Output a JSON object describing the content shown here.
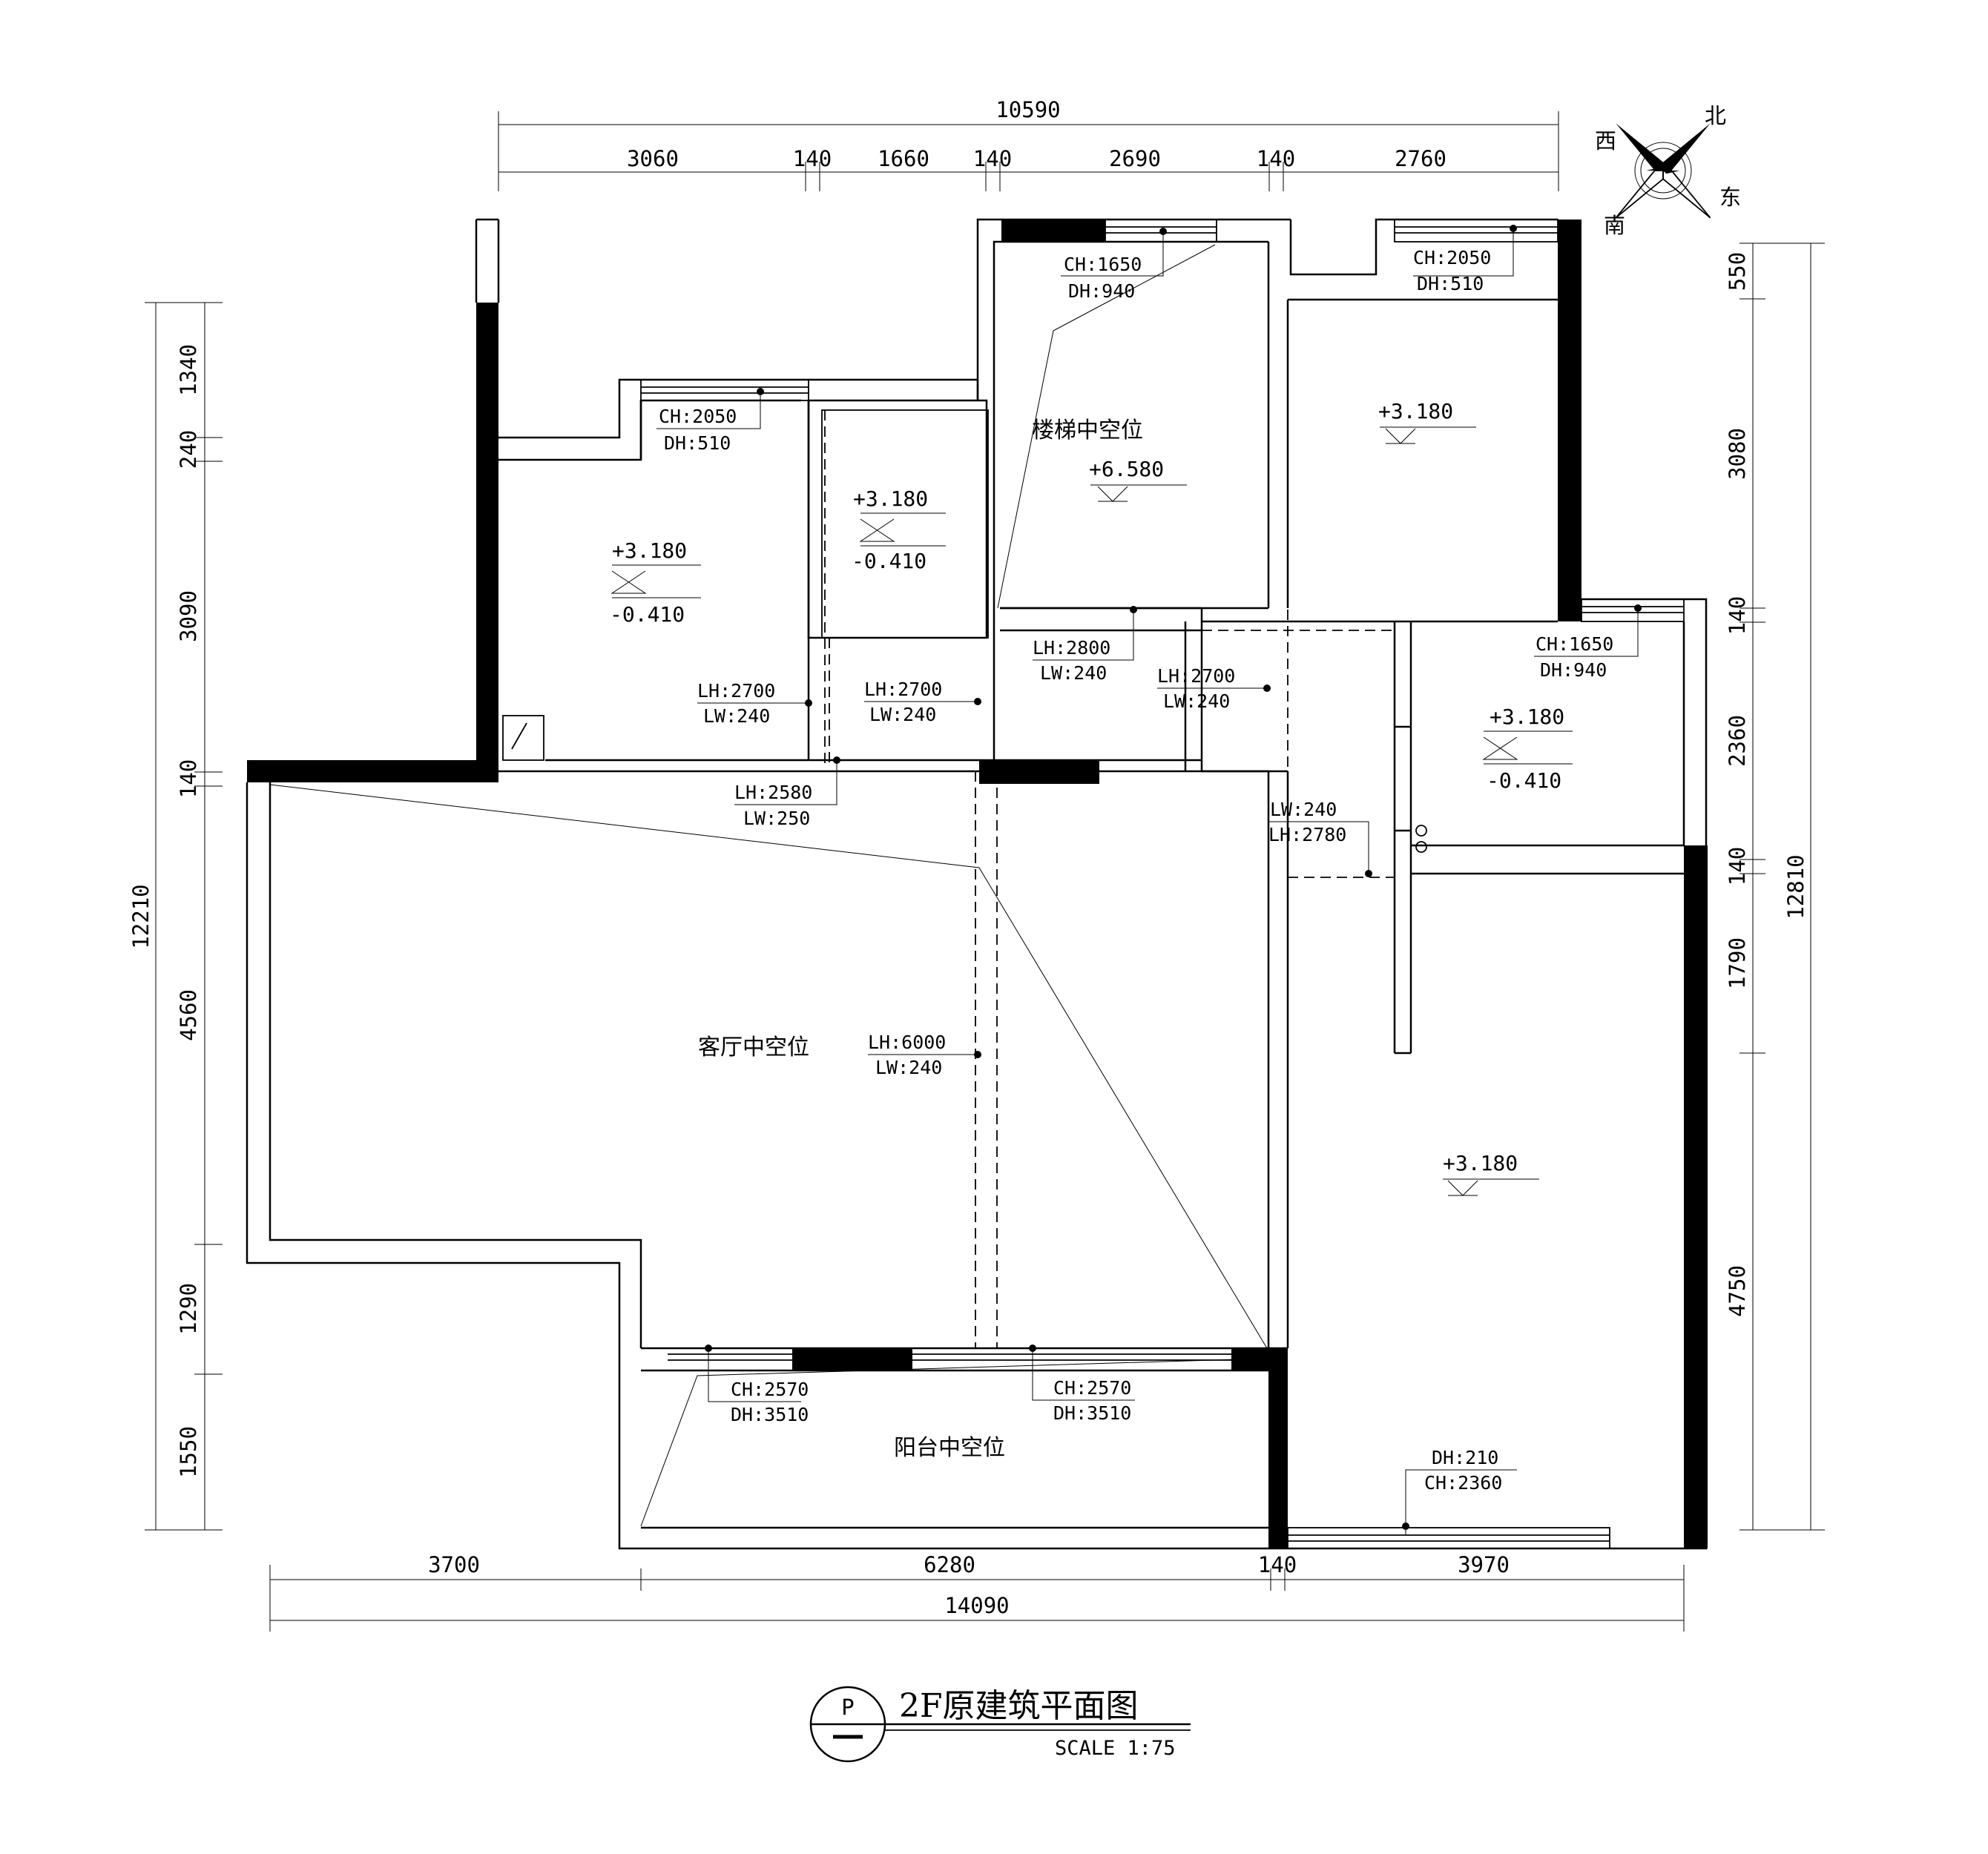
{
  "title": "2F原建筑平面图",
  "scale": "SCALE 1:75",
  "symbol": "P",
  "compass": {
    "north": "北",
    "east": "东",
    "south": "南",
    "west": "西"
  },
  "dims": {
    "top_total": "10590",
    "top_1": "3060",
    "top_2": "140",
    "top_3": "1660",
    "top_4": "140",
    "top_5": "2690",
    "top_6": "140",
    "top_7": "2760",
    "bottom_1": "3700",
    "bottom_2": "6280",
    "bottom_3": "140",
    "bottom_4": "3970",
    "bottom_total": "14090",
    "left_total": "12210",
    "left_1": "1340",
    "left_2": "240",
    "left_3": "3090",
    "left_4": "140",
    "left_5": "4560",
    "left_6": "1290",
    "left_7": "1550",
    "right_total": "12810",
    "right_1": "550",
    "right_2": "3080",
    "right_3": "140",
    "right_4": "2360",
    "right_5": "140",
    "right_6": "1790",
    "right_7": "4750"
  },
  "rooms": {
    "stair_void": "楼梯中空位",
    "living_void": "客厅中空位",
    "balcony_void": "阳台中空位"
  },
  "levels": {
    "l1_top": "+3.180",
    "l1_bot": "-0.410",
    "l2_top": "+3.180",
    "l2_bot": "-0.410",
    "stair": "+6.580",
    "ne_room": "+3.180",
    "e_top": "+3.180",
    "e_bot": "-0.410",
    "se_room": "+3.180"
  },
  "annotations": {
    "win_nw_ch": "CH:2050",
    "win_nw_dh": "DH:510",
    "win_stair_ch": "CH:1650",
    "win_stair_dh": "DH:940",
    "win_ne_ch": "CH:2050",
    "win_ne_dh": "DH:510",
    "win_e_ch": "CH:1650",
    "win_e_dh": "DH:940",
    "beam1_lh": "LH:2700",
    "beam1_lw": "LW:240",
    "beam2_lh": "LH:2700",
    "beam2_lw": "LW:240",
    "beam3_lh": "LH:2800",
    "beam3_lw": "LW:240",
    "beam4_lh": "LH:2700",
    "beam4_lw": "LW:240",
    "beam5_lh": "LH:2580",
    "beam5_lw": "LW:250",
    "beam6_lw": "LW:240",
    "beam6_lh": "LH:2780",
    "beam7_lh": "LH:6000",
    "beam7_lw": "LW:240",
    "win_bal1_ch": "CH:2570",
    "win_bal1_dh": "DH:3510",
    "win_bal2_ch": "CH:2570",
    "win_bal2_dh": "DH:3510",
    "win_s_dh": "DH:210",
    "win_s_ch": "CH:2360"
  }
}
